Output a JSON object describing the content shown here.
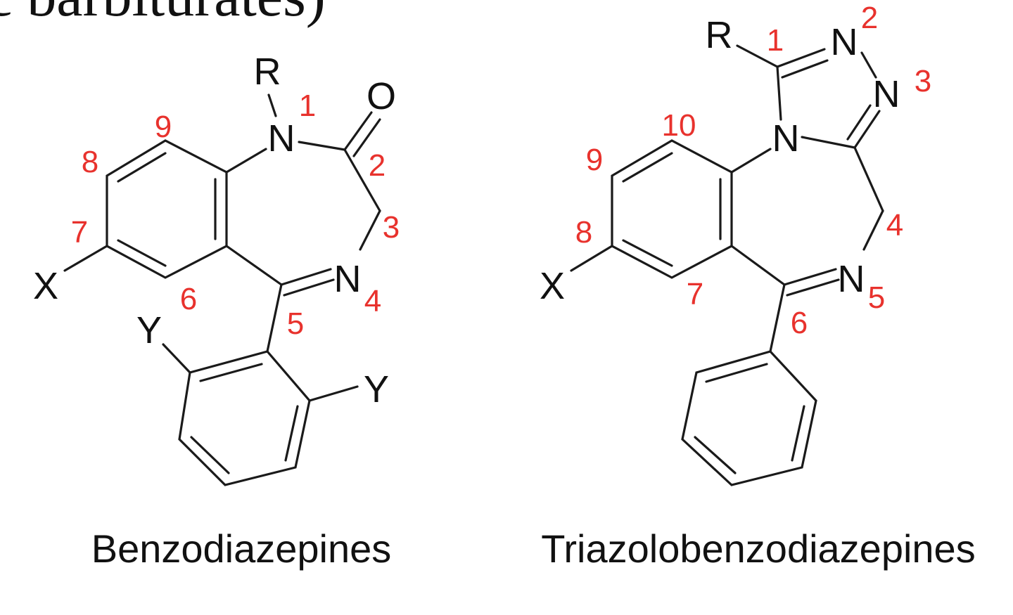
{
  "header_fragment": "c barbiturates)",
  "colors": {
    "numbering": "#e8322d",
    "bonds": "#1a1a1a"
  },
  "benzodiazepine": {
    "caption": "Benzodiazepines",
    "atoms": {
      "R": "R",
      "N1": "N",
      "O": "O",
      "N4": "N",
      "X": "X",
      "Y1": "Y",
      "Y2": "Y"
    },
    "numbers": [
      "1",
      "2",
      "3",
      "4",
      "5",
      "6",
      "7",
      "8",
      "9"
    ]
  },
  "triazolobenzodiazepine": {
    "caption": "Triazolobenzodiazepines",
    "atoms": {
      "R": "R",
      "N2": "N",
      "N3": "N",
      "N": "N",
      "N5": "N",
      "X": "X"
    },
    "numbers": [
      "1",
      "2",
      "3",
      "4",
      "5",
      "6",
      "7",
      "8",
      "9",
      "10"
    ]
  }
}
